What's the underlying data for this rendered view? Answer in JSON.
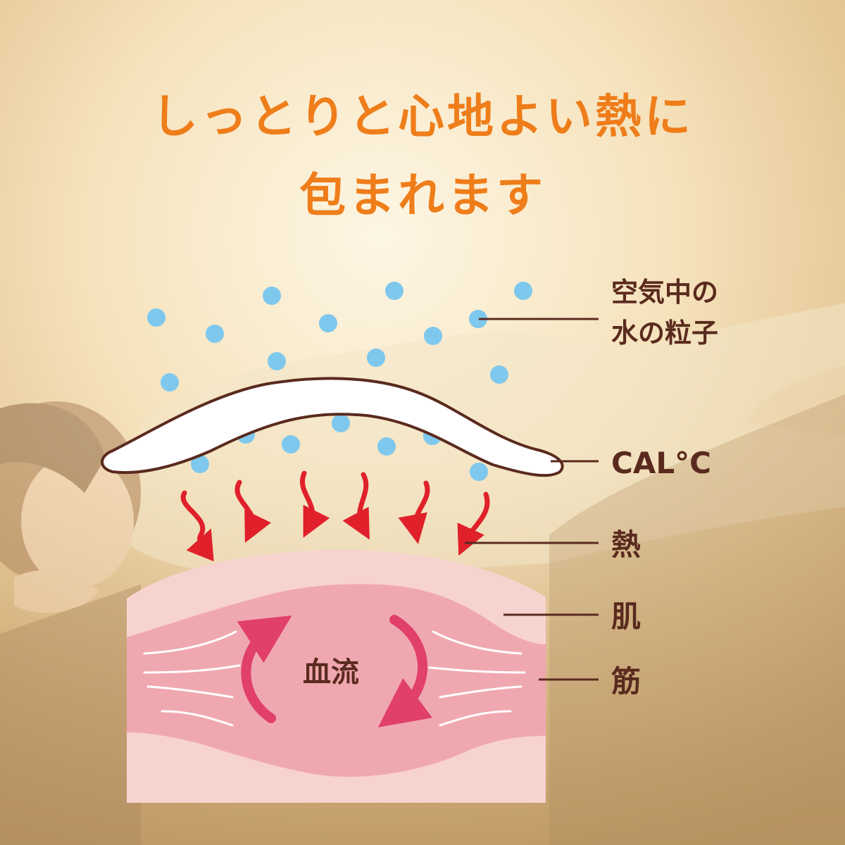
{
  "title": {
    "line1": "しっとりと心地よい熱に",
    "line2": "包まれます"
  },
  "labels": {
    "water_particles_line1": "空気中の",
    "water_particles_line2": "水の粒子",
    "product": "CAL°C",
    "heat": "熱",
    "skin": "肌",
    "muscle": "筋",
    "blood_flow": "血流"
  },
  "colors": {
    "title": "#ee7d1a",
    "label_text": "#5a2a1e",
    "leader_line": "#5a2a1e",
    "water_dot": "#7ec8ee",
    "pad_fill": "#ffffff",
    "pad_outline": "#5a2a1e",
    "heat_arrow": "#e0202a",
    "skin": "#f7d3d0",
    "muscle": "#f0a8b0",
    "blood_arrow": "#e0406a",
    "background_top": "#fbf0dc",
    "background_bottom": "#c9a77a"
  },
  "icons": {
    "heat": "wavy-down-arrow",
    "blood_flow": "circular-arrows",
    "water": "dot"
  }
}
